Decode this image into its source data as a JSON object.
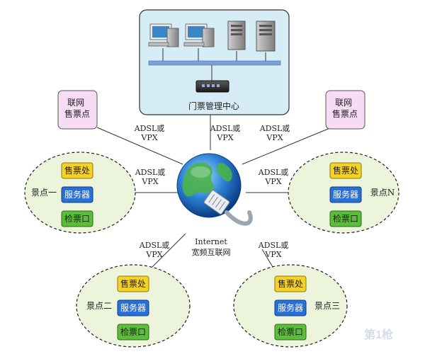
{
  "center_label": "门票管理中心",
  "internet": {
    "line1": "Internet",
    "line2": "宽频互联网"
  },
  "outlets": {
    "left": "联网\n售票点",
    "right": "联网\n售票点"
  },
  "conn": {
    "line1": "ADSL或",
    "line2": "VPX"
  },
  "sites": [
    {
      "name": "景点一"
    },
    {
      "name": "景点N"
    },
    {
      "name": "景点二"
    },
    {
      "name": "景点三"
    }
  ],
  "stations": {
    "ticket": "售票处",
    "server": "服务器",
    "gate": "检票口"
  },
  "colors": {
    "center_bg": "#d6ecf6",
    "outlet_bg": "#f6dcf5",
    "site_bg": "#ecf5dc",
    "ticket_bg": "#f6d226",
    "server_bg": "#2a6fd6",
    "gate_bg": "#5bbd3a",
    "bus": "#7aa0d8"
  },
  "icons": [
    "desktop-computer-icon",
    "server-tower-icon",
    "network-switch-icon",
    "globe-icon",
    "network-cable-icon"
  ],
  "watermark": "第1枪"
}
